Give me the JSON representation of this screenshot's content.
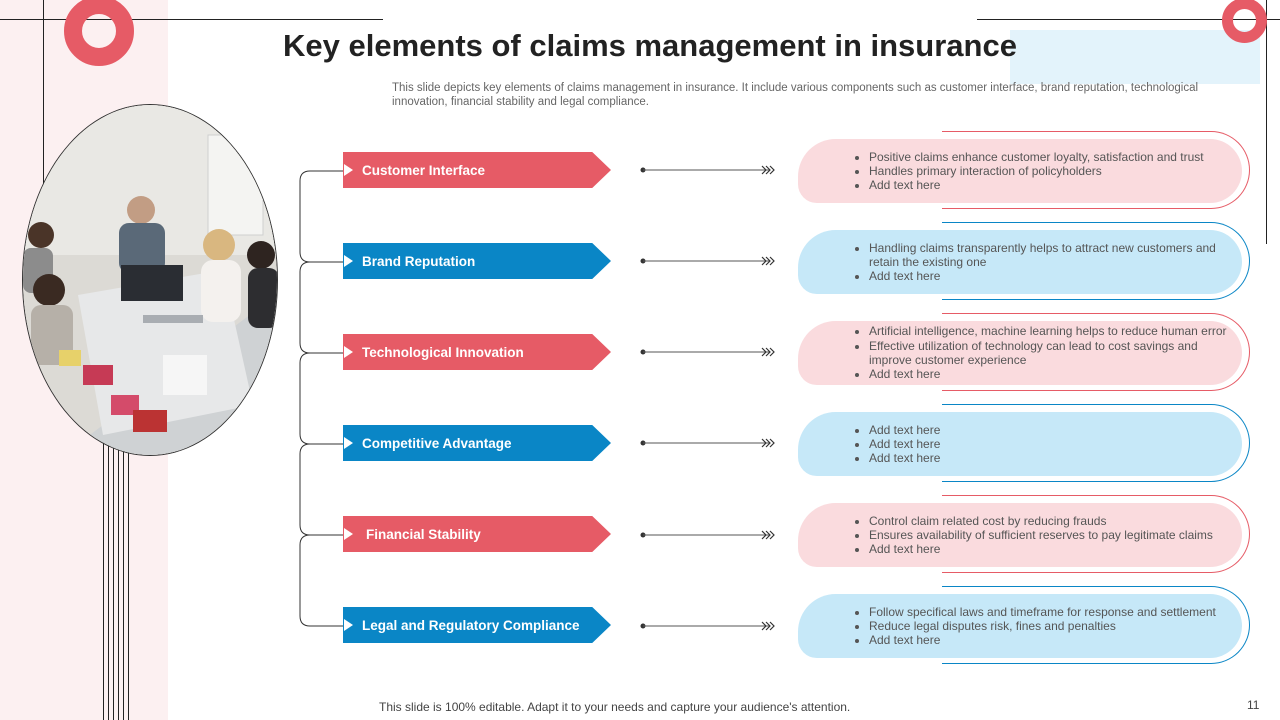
{
  "title": "Key elements of claims management in insurance",
  "subtitle": "This slide depicts key elements of claims management in insurance. It include various components such as customer interface, brand reputation, technological innovation, financial stability and legal compliance.",
  "colors": {
    "red": "#e65b66",
    "blue": "#0a86c6",
    "pink_fill": "#fadbde",
    "blue_fill": "#c6e8f8",
    "pink_line": "#e65b66",
    "blue_line": "#0a86c6"
  },
  "elements": [
    {
      "label": "Customer Interface",
      "bullets": [
        "Positive claims enhance customer loyalty, satisfaction and trust",
        "Handles primary interaction of policyholders",
        "Add text here"
      ]
    },
    {
      "label": "Brand Reputation",
      "bullets": [
        "Handling claims transparently helps to attract new customers and retain the existing one",
        "Add text here"
      ]
    },
    {
      "label": "Technological Innovation",
      "bullets": [
        "Artificial intelligence, machine learning helps to reduce human error",
        "Effective utilization of technology can lead to cost savings and improve customer experience",
        "Add text here"
      ]
    },
    {
      "label": "Competitive Advantage",
      "bullets": [
        "Add text here",
        "Add text here",
        "Add text here"
      ]
    },
    {
      "label": "Financial Stability",
      "bullets": [
        "Control claim related cost by reducing frauds",
        "Ensures availability of sufficient reserves to pay legitimate claims",
        "Add text here"
      ]
    },
    {
      "label": "Legal and Regulatory Compliance",
      "bullets": [
        "Follow specifical laws and timeframe for response and settlement",
        "Reduce legal disputes risk, fines and penalties",
        "Add text here"
      ]
    }
  ],
  "footer": "This slide is 100% editable. Adapt it to your needs and capture your audience's attention.",
  "page_number": "11"
}
